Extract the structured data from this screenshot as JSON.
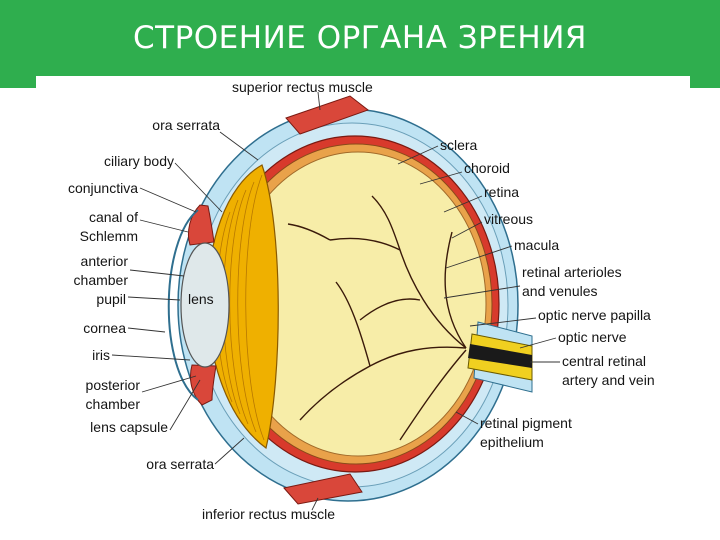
{
  "title": "СТРОЕНИЕ ОРГАНА ЗРЕНИЯ",
  "colors": {
    "header_bg": "#2fae4e",
    "header_text": "#ffffff",
    "sclera": "#bfe3f3",
    "choroid": "#d83a2c",
    "vitreous": "#f7eda8",
    "ciliary": "#efb000",
    "lens": "#dfe8ea"
  },
  "labels": {
    "superior_rectus": "superior rectus muscle",
    "ora_serrata_top": "ora serrata",
    "ciliary_body": "ciliary body",
    "conjunctiva": "conjunctiva",
    "canal_of": "canal of",
    "schlemm": "Schlemm",
    "anterior": "anterior",
    "chamber_1": "chamber",
    "pupil": "pupil",
    "lens": "lens",
    "cornea": "cornea",
    "iris": "iris",
    "posterior": "posterior",
    "chamber_2": "chamber",
    "lens_capsule": "lens capsule",
    "ora_serrata_bottom": "ora serrata",
    "inferior_rectus": "inferior rectus muscle",
    "sclera": "sclera",
    "choroid": "choroid",
    "retina": "retina",
    "vitreous": "vitreous",
    "macula": "macula",
    "retinal_arterioles": "retinal arterioles",
    "and_venules": "and venules",
    "optic_papilla": "optic nerve papilla",
    "optic_nerve": "optic nerve",
    "central_retinal": "central retinal",
    "artery_vein": "artery and vein",
    "retinal_pigment": "retinal pigment",
    "epithelium": "epithelium"
  }
}
